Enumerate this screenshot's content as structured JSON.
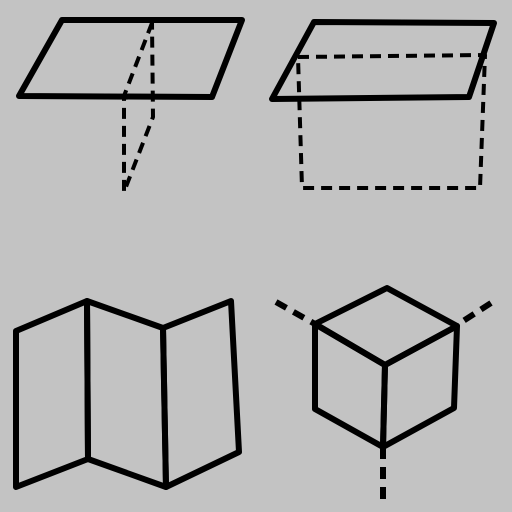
{
  "background_color": "#c3c3c3",
  "line_color": "#000000",
  "figures": [
    {
      "id": "fig-1",
      "description_hidden": true
    },
    {
      "id": "fig-2",
      "description_hidden": true
    },
    {
      "id": "fig-3",
      "description_hidden": true
    },
    {
      "id": "fig-4",
      "description_hidden": true
    }
  ]
}
